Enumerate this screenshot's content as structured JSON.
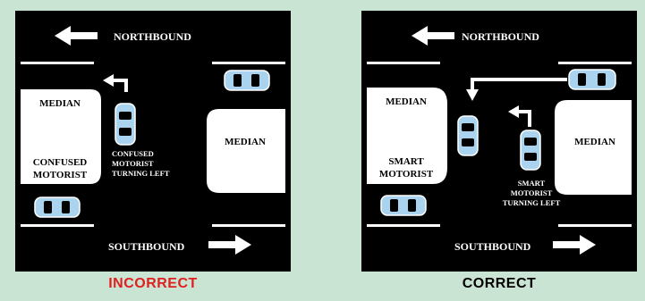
{
  "colors": {
    "background": "#c9e4d3",
    "road": "#000000",
    "median": "#ffffff",
    "car_body": "#a9d3ee",
    "incorrect": "#e02020",
    "correct": "#000000"
  },
  "panels": [
    {
      "northbound_label": "NORTHBOUND",
      "southbound_label": "SOUTHBOUND",
      "left_median": [
        "MEDIAN",
        "CONFUSED",
        "MOTORIST"
      ],
      "right_median": [
        "MEDIAN"
      ],
      "motorist_label": [
        "CONFUSED",
        "MOTORIST",
        "TURNING LEFT"
      ],
      "caption": "INCORRECT"
    },
    {
      "northbound_label": "NORTHBOUND",
      "southbound_label": "SOUTHBOUND",
      "left_median": [
        "MEDIAN",
        "SMART",
        "MOTORIST"
      ],
      "right_median": [
        "MEDIAN"
      ],
      "motorist_label": [
        "SMART",
        "MOTORIST",
        "TURNING LEFT"
      ],
      "caption": "CORRECT"
    }
  ]
}
